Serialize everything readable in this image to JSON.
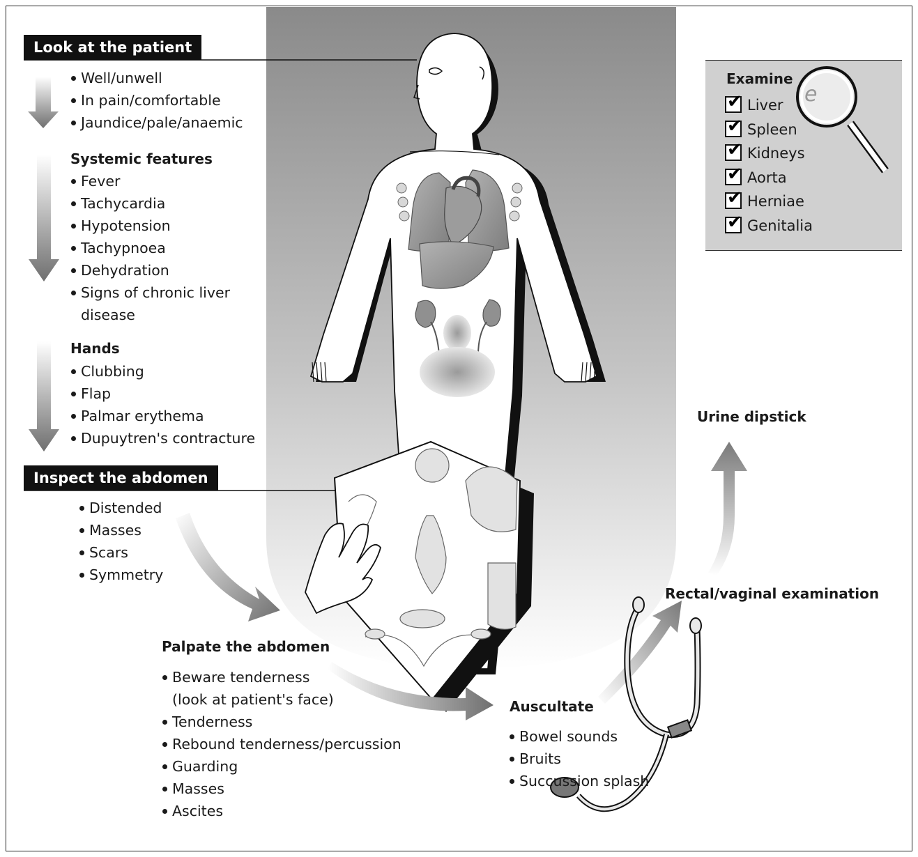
{
  "look": {
    "header": "Look at the patient",
    "items": [
      "Well/unwell",
      "In pain/comfortable",
      "Jaundice/pale/anaemic"
    ]
  },
  "systemic": {
    "title": "Systemic features",
    "items": [
      "Fever",
      "Tachycardia",
      "Hypotension",
      "Tachypnoea",
      "Dehydration",
      "Signs of chronic liver"
    ],
    "continuation": "disease"
  },
  "hands": {
    "title": "Hands",
    "items": [
      "Clubbing",
      "Flap",
      "Palmar erythema",
      "Dupuytren's contracture"
    ]
  },
  "inspect": {
    "header": "Inspect the abdomen",
    "items": [
      "Distended",
      "Masses",
      "Scars",
      "Symmetry"
    ]
  },
  "palpate": {
    "title": "Palpate the abdomen",
    "items": [
      "Beware tenderness",
      "Tenderness",
      "Rebound tenderness/percussion",
      "Guarding",
      "Masses",
      "Ascites"
    ],
    "continuation": "(look at patient's face)"
  },
  "auscultate": {
    "title": "Auscultate",
    "items": [
      "Bowel sounds",
      "Bruits",
      "Succussion splash"
    ]
  },
  "rectal": "Rectal/vaginal examination",
  "urine": "Urine dipstick",
  "examine": {
    "title": "Examine",
    "items": [
      "Liver",
      "Spleen",
      "Kidneys",
      "Aorta",
      "Herniae",
      "Genitalia"
    ]
  },
  "colors": {
    "ink": "#1a1a1a",
    "header_bg": "#111111",
    "panel_bg": "#d0d0d0",
    "organ": "#8f8f8f",
    "body": "#ffffff"
  }
}
